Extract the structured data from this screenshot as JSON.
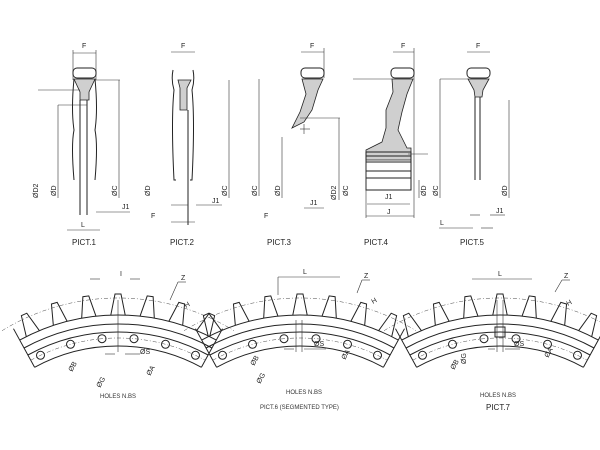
{
  "top_row": {
    "pict1": {
      "caption": "PICT.1",
      "labels": [
        "F",
        "ØD2",
        "ØD",
        "ØC",
        "J1",
        "L"
      ]
    },
    "pict2": {
      "caption": "PICT.2",
      "labels": [
        "F",
        "ØD",
        "ØC",
        "J1",
        "F"
      ]
    },
    "pict3": {
      "caption": "PICT.3",
      "labels": [
        "F",
        "ØC",
        "ØD",
        "F",
        "J1",
        "ØD2",
        "ØC"
      ]
    },
    "pict4": {
      "caption": "PICT.4",
      "labels": [
        "F",
        "ØD",
        "J1",
        "J"
      ]
    },
    "pict5": {
      "caption": "PICT.5",
      "labels": [
        "F",
        "ØC",
        "ØD",
        "J1",
        "L"
      ]
    }
  },
  "bottom_row": {
    "pict_a": {
      "labels": [
        "I",
        "Z",
        "H",
        "ØB",
        "ØG",
        "ØS",
        "ØA"
      ],
      "holes": "HOLES N.BS"
    },
    "pict6": {
      "caption": "PICT.6 (SEGMENTED TYPE)",
      "labels": [
        "L",
        "Z",
        "H",
        "ØB",
        "ØG",
        "ØS",
        "ØA"
      ],
      "holes": "HOLES N.BS"
    },
    "pict7": {
      "caption": "PICT.7",
      "labels": [
        "L",
        "Z",
        "H",
        "ØB",
        "ØG",
        "ØS",
        "ØA"
      ],
      "holes": "HOLES N.BS"
    }
  }
}
